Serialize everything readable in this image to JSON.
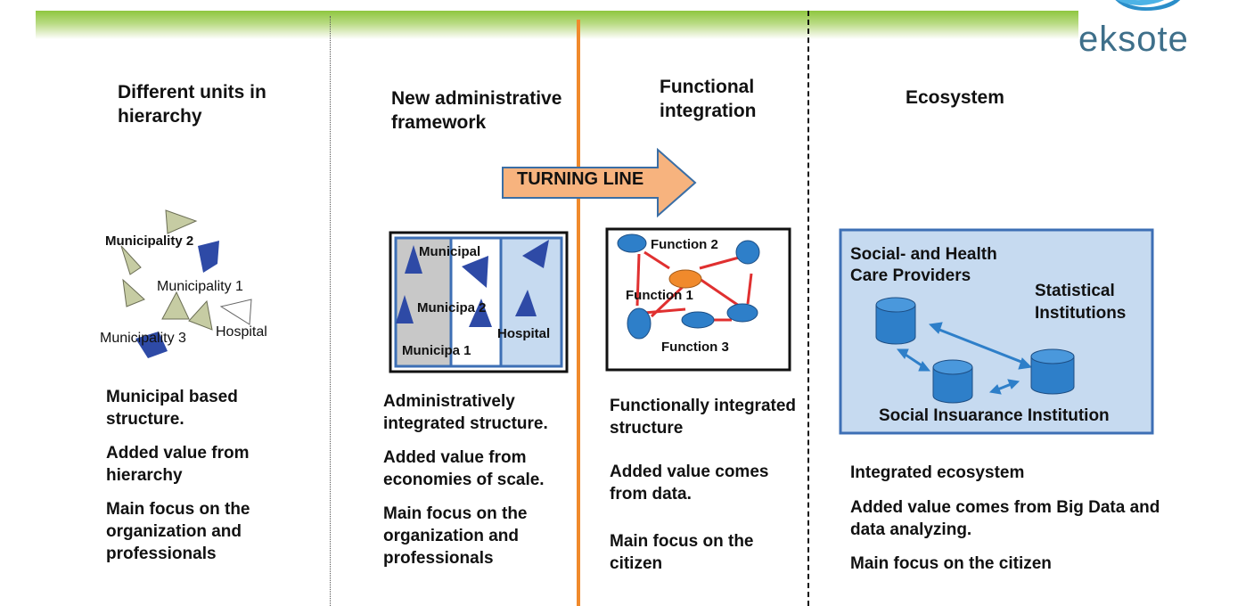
{
  "logo": {
    "text": "eksote"
  },
  "turning_line": {
    "label": "TURNING LINE"
  },
  "columns": [
    {
      "title": "Different units in hierarchy",
      "labels": {
        "municipality_2": "Municipality 2",
        "municipality_1": "Municipality 1",
        "municipality_3": "Municipality 3",
        "hospital": "Hospital"
      },
      "points": [
        "Municipal based structure.",
        "Added value from hierarchy",
        "Main focus on the organization and professionals"
      ]
    },
    {
      "title": "New administrative framework",
      "labels": {
        "municipal_top": "Municipal",
        "municipa_2": "Municipa 2",
        "municipa_1": "Municipa 1",
        "hospital": "Hospital"
      },
      "points": [
        "Administratively integrated structure.",
        "Added value from economies of scale.",
        "Main focus on the organization and professionals"
      ]
    },
    {
      "title": "Functional integration",
      "labels": {
        "function_2": "Function 2",
        "function_1": "Function 1",
        "function_3": "Function 3"
      },
      "points": [
        "Functionally integrated structure",
        "Added value comes from data.",
        "Main focus on the citizen"
      ]
    },
    {
      "title": "Ecosystem",
      "labels": {
        "providers": "Social- and Health Care Providers",
        "statistical": "Statistical Institutions",
        "insurance": "Social Insuarance Institution"
      },
      "points": [
        "Integrated ecosystem",
        "Added value comes from Big Data and data analyzing.",
        "Main focus on the citizen"
      ]
    }
  ],
  "colors": {
    "green": "#8fc63f",
    "orange": "#f08a2c",
    "blue": "#2e4aa6",
    "olive": "#c6cca3",
    "eco_blue": "#3d6fb5",
    "eco_fill": "#c6daf0"
  }
}
